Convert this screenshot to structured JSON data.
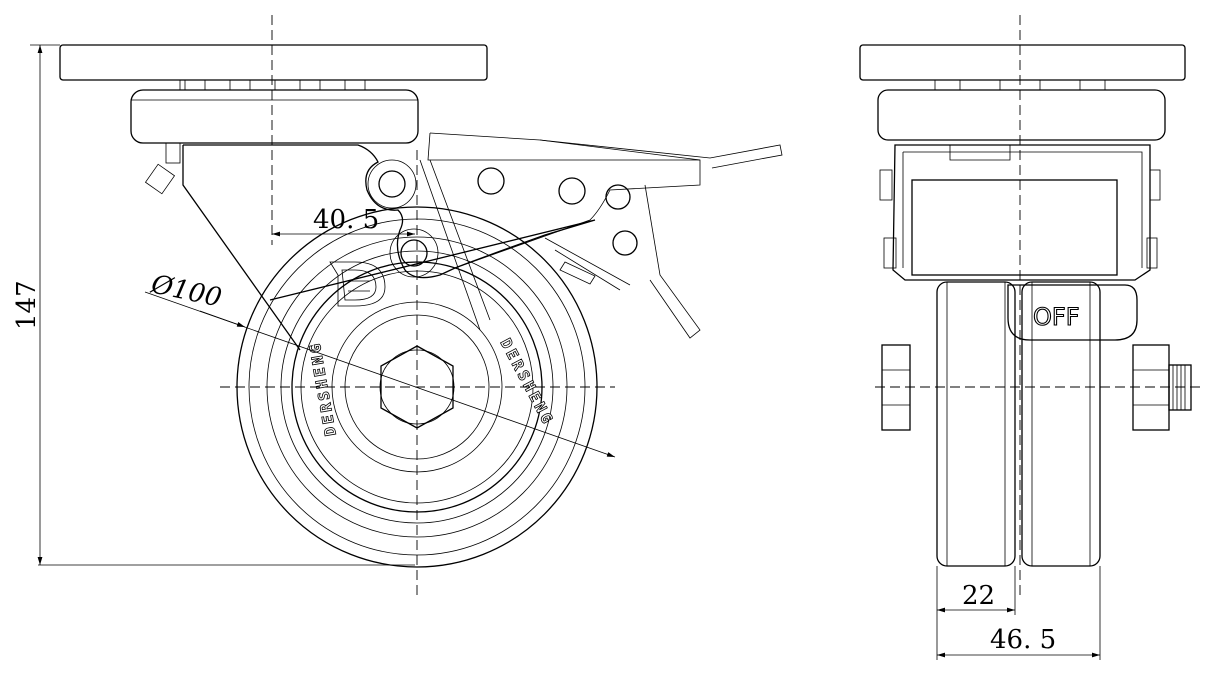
{
  "drawing": {
    "side_view": {
      "offset_dim": "40. 5",
      "diameter_dim": "Ø100",
      "height_dim": "147",
      "wheel_brand_text": "DERSHENG",
      "logo_letter": "D"
    },
    "front_view": {
      "brake_label": "OFF",
      "tread_width_dim": "22",
      "total_width_dim": "46. 5"
    }
  }
}
